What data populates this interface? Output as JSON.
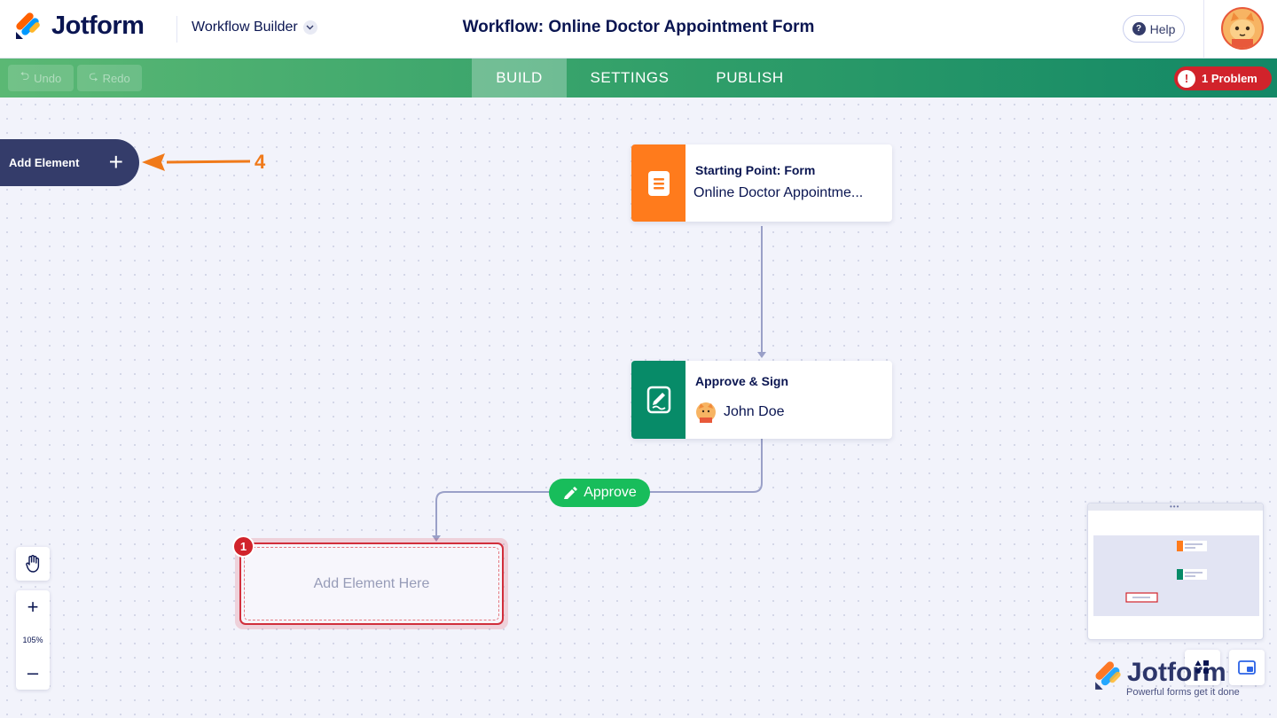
{
  "header": {
    "brand": "Jotform",
    "section": "Workflow Builder",
    "title": "Workflow: Online Doctor Appointment Form",
    "help": "Help"
  },
  "toolbar": {
    "undo": "Undo",
    "redo": "Redo",
    "tabs": [
      {
        "label": "BUILD",
        "active": true
      },
      {
        "label": "SETTINGS",
        "active": false
      },
      {
        "label": "PUBLISH",
        "active": false
      }
    ],
    "problem": "1 Problem"
  },
  "canvas": {
    "add_element": "Add Element",
    "annotation_number": "4",
    "nodes": [
      {
        "label": "Starting Point: Form",
        "sub": "Online Doctor Appointme...",
        "icon": "form-icon",
        "color": "#ff7b1c"
      },
      {
        "label": "Approve & Sign",
        "sub": "John Doe",
        "icon": "approve-sign-icon",
        "color": "#078b68"
      }
    ],
    "approve_label": "Approve",
    "placeholder": "Add Element Here",
    "placeholder_badge": "1",
    "zoom_level": "105%"
  },
  "watermark": {
    "brand": "Jotform",
    "tagline": "Powerful forms get it done"
  },
  "colors": {
    "accent_orange": "#ff7b1c",
    "accent_green": "#078b68",
    "approve_green": "#18bd5b",
    "error_red": "#d1232b",
    "navy": "#0a1551"
  }
}
